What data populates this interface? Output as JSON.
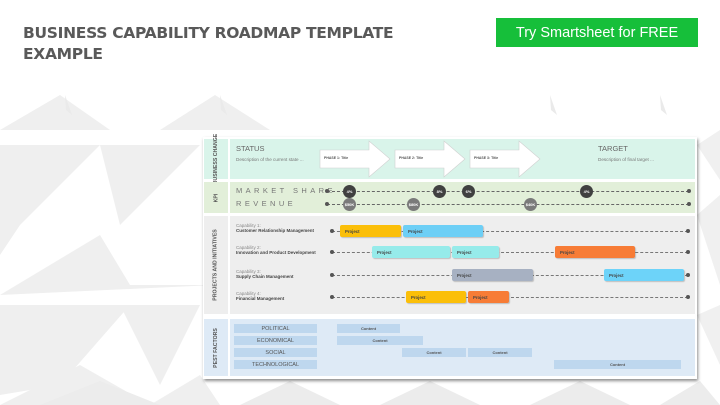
{
  "header": {
    "title": "BUSINESS CAPABILITY ROADMAP TEMPLATE EXAMPLE",
    "cta_label": "Try Smartsheet for FREE",
    "cta_color": "#16bf3a"
  },
  "roadmap": {
    "business_change": {
      "side_label": "BUSINESS CHANGE",
      "status_title": "STATUS",
      "status_desc": "Description of the current state ...",
      "phases": [
        "PHASE 1: Title",
        "PHASE 2: Title",
        "PHASE 3: Title"
      ],
      "target_title": "TARGET",
      "target_desc": "Description of final target ..."
    },
    "kpi": {
      "side_label": "KPI",
      "market_share": {
        "label": "MARKET SHARE",
        "points": [
          "4%",
          "8%",
          "6%",
          "4%"
        ]
      },
      "revenue": {
        "label": "REVENUE",
        "points": [
          "$50K",
          "$80K",
          "$40K"
        ]
      }
    },
    "projects": {
      "side_label": "PROJECTS AND INITIATIVES",
      "capabilities": [
        {
          "num": "Capability 1:",
          "name": "Customer Relationship Management",
          "projects": [
            {
              "label": "Project",
              "color": "#fbbf09"
            },
            {
              "label": "Project",
              "color": "#6dcff6"
            }
          ]
        },
        {
          "num": "Capability 2:",
          "name": "Innovation and Product Development",
          "projects": [
            {
              "label": "Project",
              "color": "#96ebea"
            },
            {
              "label": "Project",
              "color": "#96ebea"
            },
            {
              "label": "Project",
              "color": "#f77c36"
            }
          ]
        },
        {
          "num": "Capability 3:",
          "name": "Supply Chain Management",
          "projects": [
            {
              "label": "Project",
              "color": "#a7b1c2"
            },
            {
              "label": "Project",
              "color": "#6dd3f9"
            }
          ]
        },
        {
          "num": "Capability 4:",
          "name": "Financial Management",
          "projects": [
            {
              "label": "Project",
              "color": "#fbbf09"
            },
            {
              "label": "Project",
              "color": "#f77c36"
            }
          ]
        }
      ]
    },
    "pest": {
      "side_label": "PEST FACTORS",
      "factors": [
        "POLITICAL",
        "ECONOMICAL",
        "SOCIAL",
        "TECHNOLOGICAL"
      ],
      "content_label": "Content"
    }
  }
}
